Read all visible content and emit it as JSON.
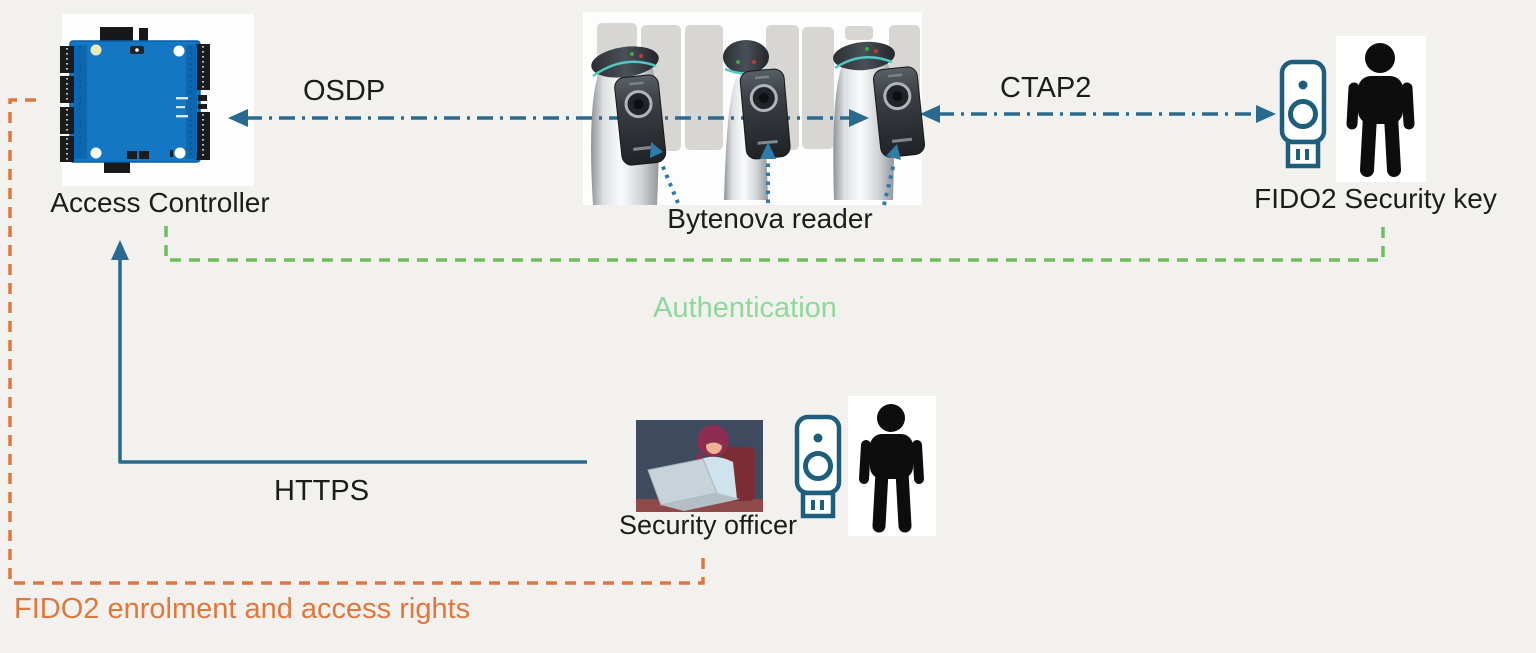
{
  "page": {
    "background": "#f2f1ee"
  },
  "colors": {
    "page_bg": "#f2f1ee",
    "label_text": "#1c1c1c",
    "line_teal": "#2a6a8e",
    "dotted_arrow_blue": "#2e7cab",
    "green_line": "#6dbe5d",
    "green_text": "#90d79a",
    "orange": "#e0773d",
    "key_teal": "#1d5e7d",
    "board_blue": "#1377c4"
  },
  "nodes": {
    "access_controller": {
      "label": "Access Controller"
    },
    "bytenova_reader": {
      "label": "Bytenova reader"
    },
    "fido2_security_key": {
      "label": "FIDO2 Security key"
    },
    "security_officer": {
      "label": "Security officer"
    }
  },
  "links": {
    "osdp": {
      "label": "OSDP",
      "style": "dash-dot",
      "direction": "bidirectional",
      "from": "Bytenova reader",
      "to": "Access Controller"
    },
    "ctap2": {
      "label": "CTAP2",
      "style": "dash-dot",
      "direction": "bidirectional",
      "from": "FIDO2 Security key",
      "to": "Bytenova reader"
    },
    "authentication": {
      "label": "Authentication",
      "style": "dashed",
      "from": "FIDO2 Security key",
      "to": "Access Controller"
    },
    "https": {
      "label": "HTTPS",
      "style": "solid",
      "from": "Security officer",
      "to": "Access Controller"
    },
    "fido2_enrolment": {
      "label": "FIDO2 enrolment and access rights",
      "style": "dashed",
      "from": "Security officer",
      "to": "Access Controller"
    }
  }
}
